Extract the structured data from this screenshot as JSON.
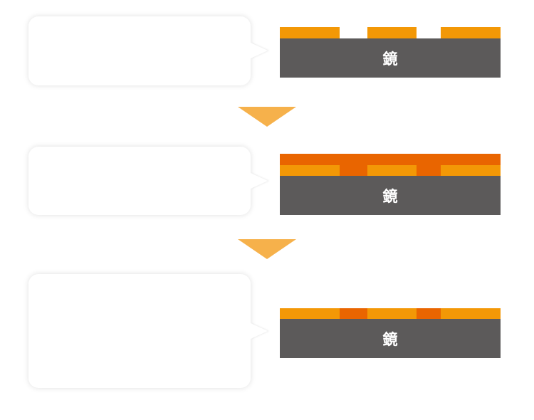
{
  "colors": {
    "substrate": "#5c5a5a",
    "electrode": "#f39806",
    "fill": "#e96500",
    "arrow": "#f6b14b",
    "bubble": "#ffffff"
  },
  "steps": [
    {
      "substrate_label": "鏡"
    },
    {
      "substrate_label": "鏡"
    },
    {
      "substrate_label": "鏡"
    }
  ]
}
